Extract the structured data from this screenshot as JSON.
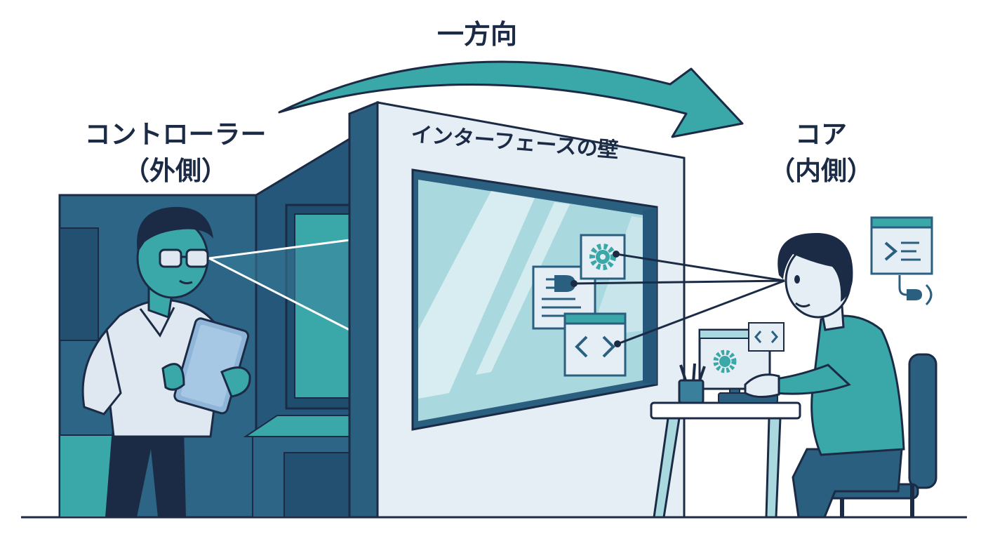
{
  "diagram": {
    "arrow_label": "一方向",
    "controller": {
      "name": "コントローラー",
      "side": "（外側）"
    },
    "core": {
      "name": "コア",
      "side": "（内側）"
    },
    "wall_label": "インターフェースの壁"
  },
  "icons": [
    "gear-icon",
    "plug-icon",
    "code-icon",
    "document-icon",
    "terminal-icon"
  ],
  "colors": {
    "outline": "#1c2b45",
    "teal": "#3aa7a8",
    "dark_blue": "#2a5f80",
    "glass": "#a9d8df",
    "wall": "#e4eef4"
  }
}
